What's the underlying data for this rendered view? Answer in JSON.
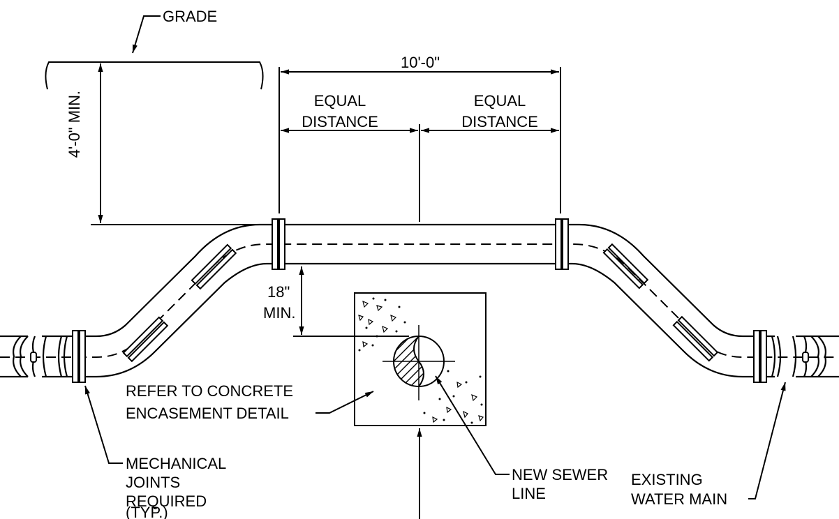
{
  "labels": {
    "grade": "GRADE",
    "overall_length": "10'-0\"",
    "equal_distance_left_1": "EQUAL",
    "equal_distance_left_2": "DISTANCE",
    "equal_distance_right_1": "EQUAL",
    "equal_distance_right_2": "DISTANCE",
    "min_depth": "4'-0\"  MIN.",
    "clearance_1": "18\"",
    "clearance_2": "MIN.",
    "concrete_note_1": "REFER TO CONCRETE",
    "concrete_note_2": "ENCASEMENT DETAIL",
    "joints_note_1": "MECHANICAL",
    "joints_note_2": "JOINTS",
    "joints_note_3": "REQUIRED",
    "joints_note_4": "(TYP.)",
    "sewer_note_1": "NEW  SEWER",
    "sewer_note_2": "LINE",
    "water_main_note_1": "EXISTING",
    "water_main_note_2": "WATER  MAIN"
  }
}
